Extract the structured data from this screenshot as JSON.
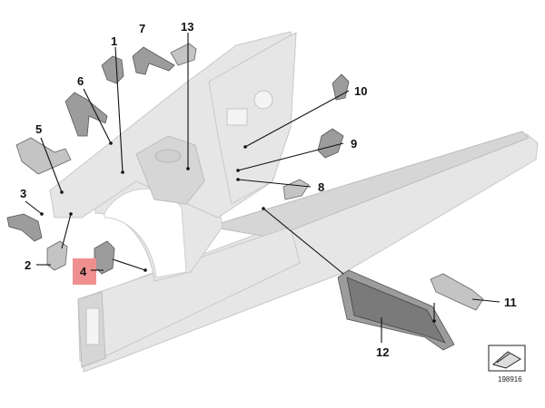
{
  "callouts": {
    "c1": "1",
    "c2": "2",
    "c3": "3",
    "c4": "4",
    "c5": "5",
    "c6": "6",
    "c7": "7",
    "c8": "8",
    "c9": "9",
    "c10": "10",
    "c11": "11",
    "c12": "12",
    "c13": "13"
  },
  "highlighted_callout": "4",
  "reference_number": "198916",
  "colors": {
    "highlight": "#f08f8f",
    "ghost_body": "#e6e6e6",
    "part": "#9c9c9c",
    "text": "#111111"
  }
}
